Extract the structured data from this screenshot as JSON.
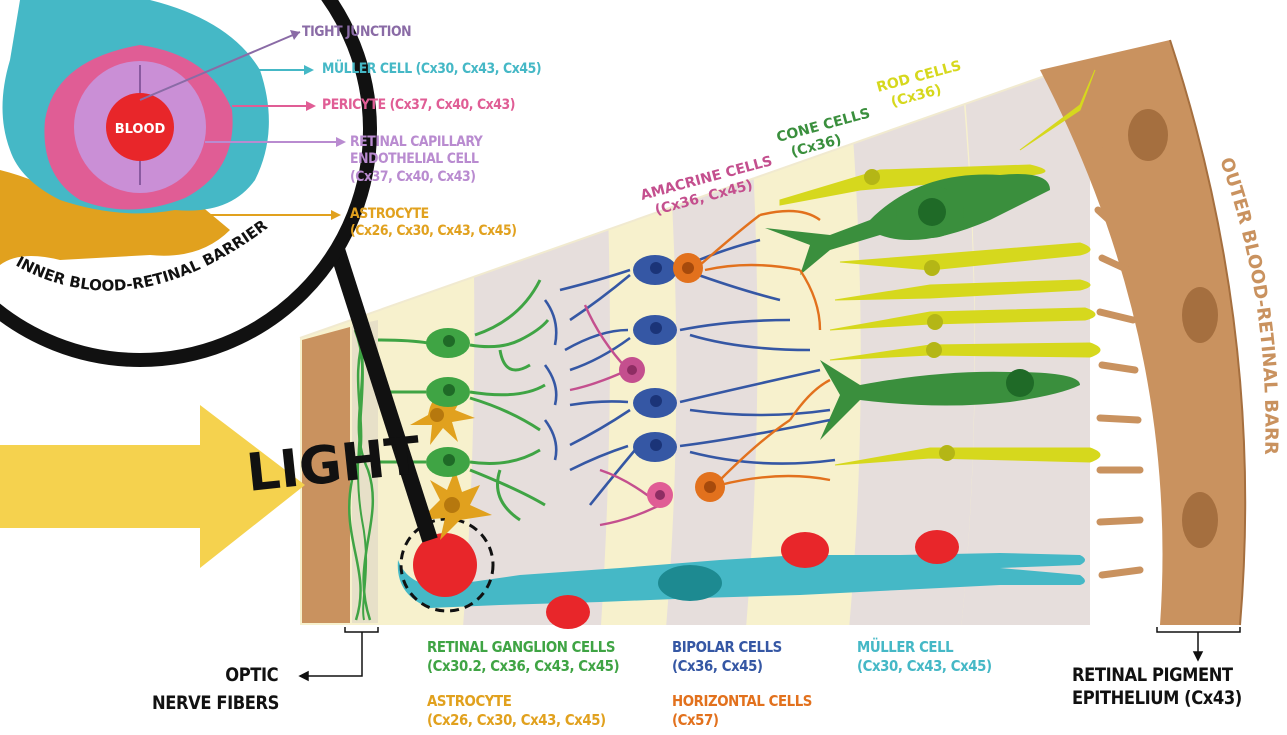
{
  "colors": {
    "ganglion": "#3fa444",
    "bipolar": "#3557a4",
    "amacrine": "#c44f8e",
    "horizontal": "#e2711d",
    "muller": "#45b8c6",
    "astrocyte": "#e1a11e",
    "cone": "#3a8f3d",
    "rod": "#d6d81d",
    "rpe": "#c9925f",
    "blood": "#e8262a",
    "pericyte": "#e05d95",
    "endothelial": "#bb86cf"
  },
  "inset": {
    "blood_label": "BLOOD",
    "arc_label": "INNER BLOOD-RETINAL BARRIER",
    "tight_junction": "TIGHT JUNCTION",
    "muller_cell": "MÜLLER CELL (Cx30, Cx43, Cx45)",
    "pericyte": "PERICYTE (Cx37, Cx40, Cx43)",
    "endothelial": [
      "RETINAL CAPILLARY",
      "ENDOTHELIAL CELL",
      "(Cx37, Cx40, Cx43)"
    ],
    "astrocyte": [
      "ASTROCYTE",
      "(Cx26, Cx30, Cx43, Cx45)"
    ]
  },
  "light": "LIGHT",
  "top_labels": {
    "amacrine": [
      "AMACRINE CELLS",
      "(Cx36, Cx45)"
    ],
    "cone": [
      "CONE CELLS",
      "(Cx36)"
    ],
    "rod": [
      "ROD CELLS",
      "(Cx36)"
    ],
    "outer_barrier": "OUTER BLOOD-RETINAL BARRIER"
  },
  "bottom_labels": {
    "optic": [
      "OPTIC",
      "NERVE FIBERS"
    ],
    "ganglion": [
      "RETINAL GANGLION CELLS",
      "(Cx30.2, Cx36, Cx43, Cx45)"
    ],
    "astrocyte": [
      "ASTROCYTE",
      "(Cx26, Cx30, Cx43, Cx45)"
    ],
    "bipolar": [
      "BIPOLAR CELLS",
      "(Cx36, Cx45)"
    ],
    "horizontal": [
      "HORIZONTAL CELLS",
      "(Cx57)"
    ],
    "muller": [
      "MÜLLER CELL",
      "(Cx30, Cx43, Cx45)"
    ],
    "rpe": [
      "RETINAL PIGMENT",
      "EPITHELIUM (Cx43)"
    ]
  }
}
